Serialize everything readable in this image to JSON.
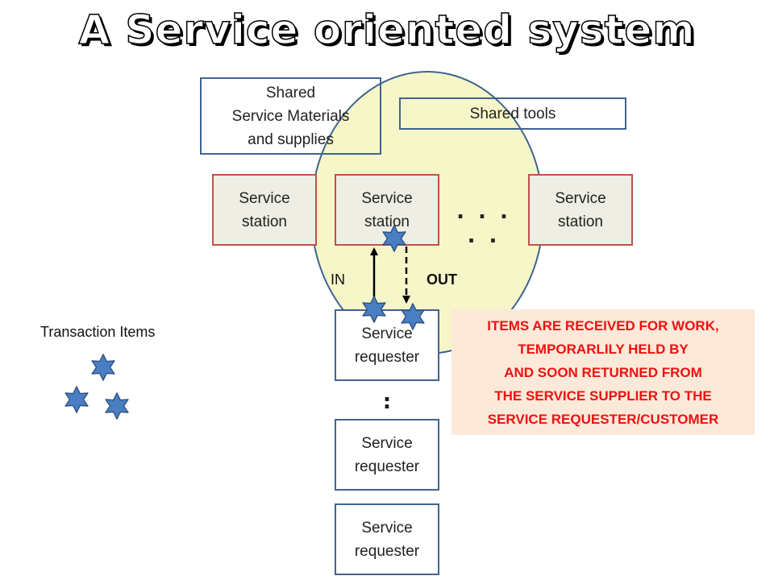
{
  "title": "A Service oriented system",
  "shared_materials": "Shared\nService Materials\nand supplies",
  "shared_tools": "Shared tools",
  "stations": [
    {
      "label": "Service\nstation"
    },
    {
      "label": "Service\nstation"
    },
    {
      "label": "Service\nstation"
    }
  ],
  "station_ellipsis": ". . . . .",
  "in_label": "IN",
  "out_label": "OUT",
  "requesters": [
    {
      "label": "Service\nrequester"
    },
    {
      "label": "Service\nrequester"
    },
    {
      "label": "Service\nrequester"
    }
  ],
  "requester_ellipsis": ":",
  "transaction_items_label": "Transaction Items",
  "note": "ITEMS  ARE RECEIVED FOR WORK,\nTEMPORARLILY  HELD BY\nAND SOON RETURNED  FROM\nTHE SERVICE SUPPLIER  TO THE\nSERVICE REQUESTER/CUSTOMER",
  "colors": {
    "box_border_blue": "#3f6490",
    "box_border_red": "#c0504d",
    "ellipse_fill": "#f6f6c8",
    "star_fill": "#4a7ec2",
    "note_bg": "#fde9d9",
    "note_text": "#ee1111"
  },
  "icons": [
    "star-icon",
    "arrow-up-icon",
    "dashed-arrow-down-icon"
  ]
}
